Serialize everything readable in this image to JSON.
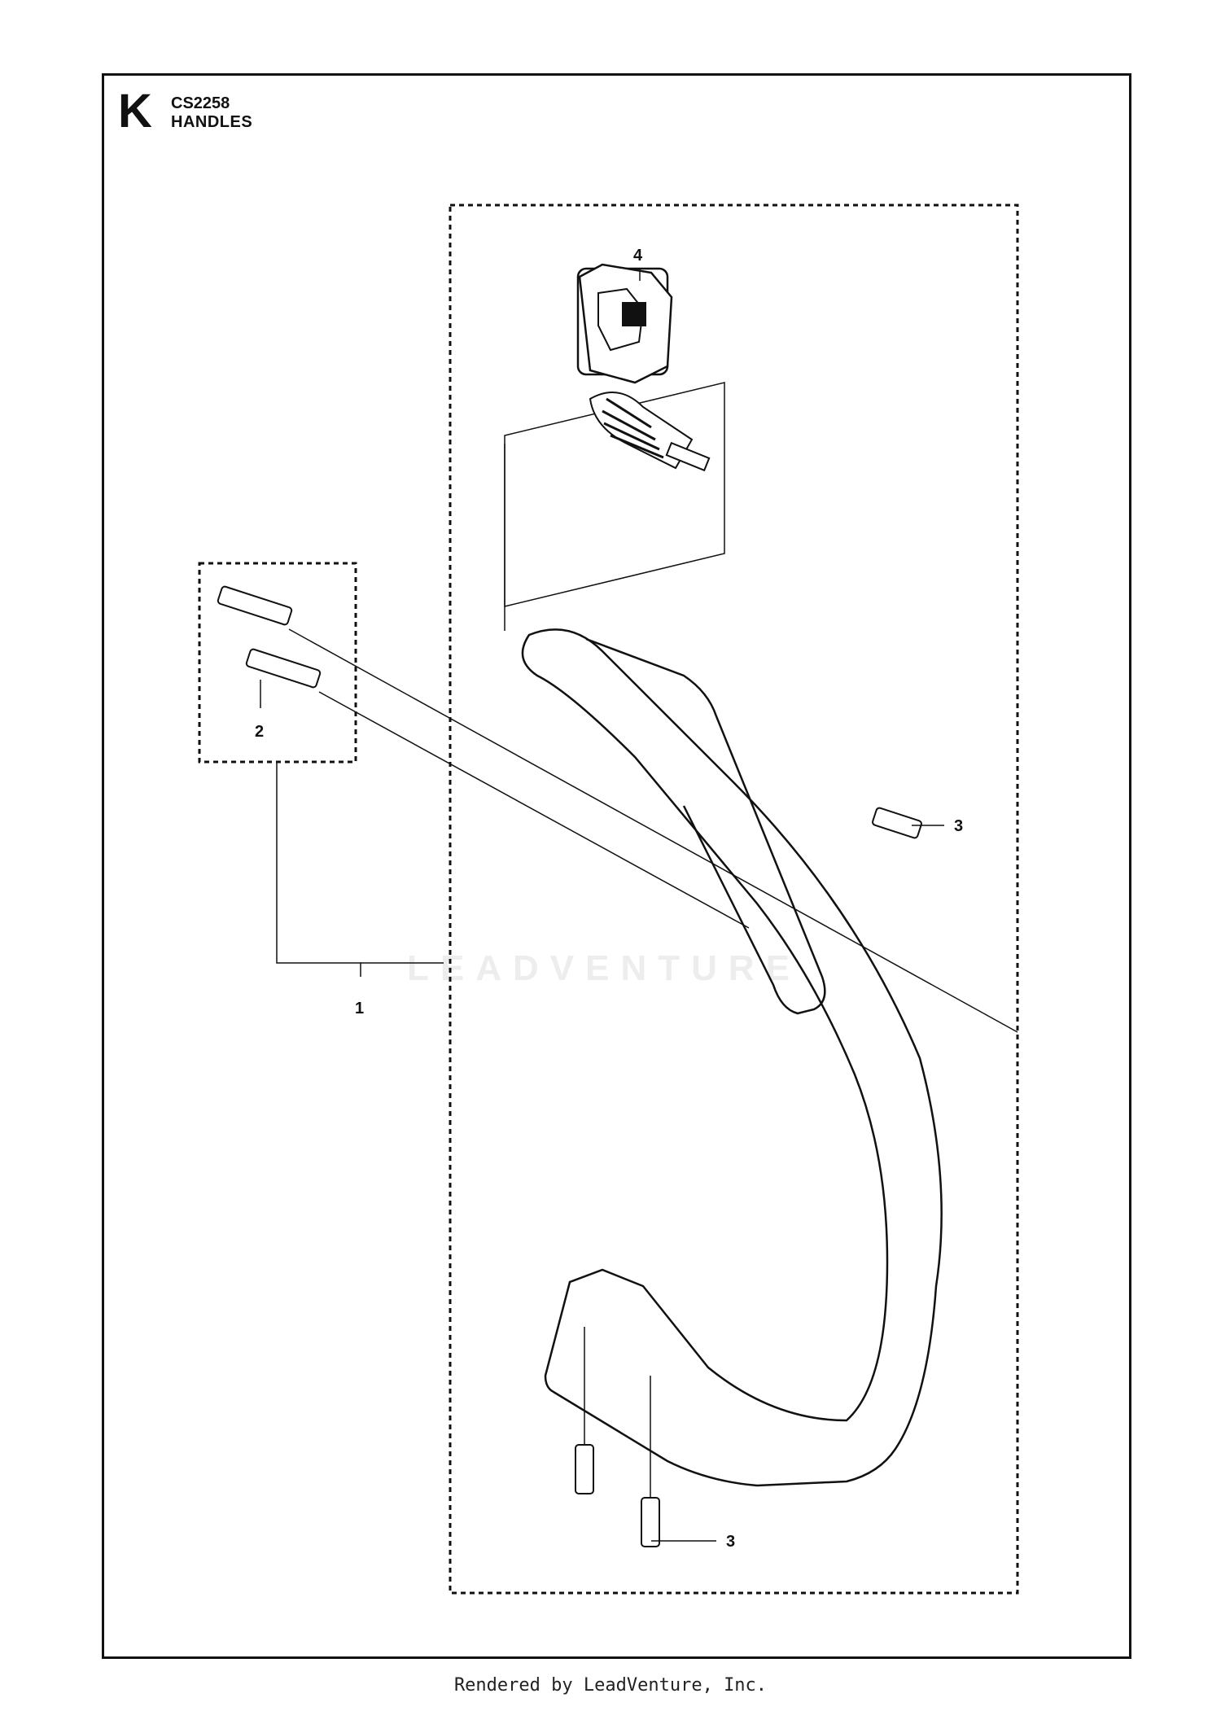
{
  "header": {
    "section_letter": "K",
    "model_code": "CS2258",
    "section_title": "HANDLES"
  },
  "callouts": {
    "item_1": "1",
    "item_2": "2",
    "item_3a": "3",
    "item_3b": "3",
    "item_4": "4"
  },
  "watermark": "LEADVENTURE",
  "footer": "Rendered by LeadVenture, Inc.",
  "colors": {
    "line": "#111111",
    "watermark": "#ededed"
  }
}
